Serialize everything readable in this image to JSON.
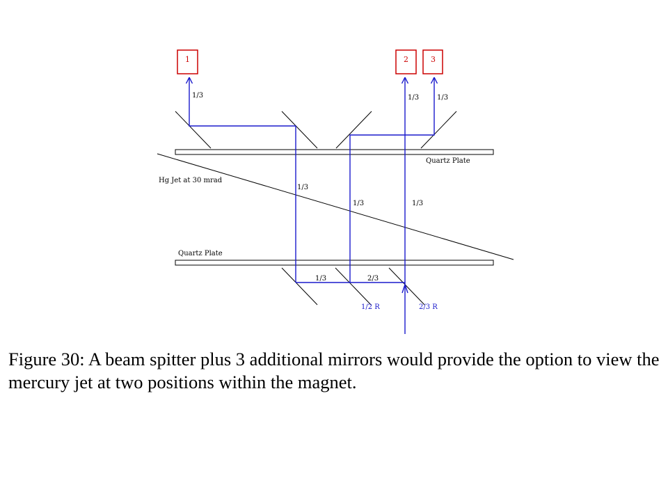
{
  "diagram": {
    "detectors": [
      "1",
      "2",
      "3"
    ],
    "labels": {
      "hg_jet": "Hg Jet at 30 mrad",
      "quartz_top": "Quartz Plate",
      "quartz_bottom": "Quartz Plate",
      "third": "1/3",
      "two_thirds": "2/3",
      "splitter_a": "1/2 R",
      "splitter_b": "2/3 R"
    },
    "colors": {
      "beam": "#1a1acc",
      "detector": "#cc0000",
      "mirror": "#000000"
    }
  },
  "caption": "Figure 30: A beam spitter plus 3 additional mirrors would provide the option to view the mercury jet at two positions within the magnet."
}
